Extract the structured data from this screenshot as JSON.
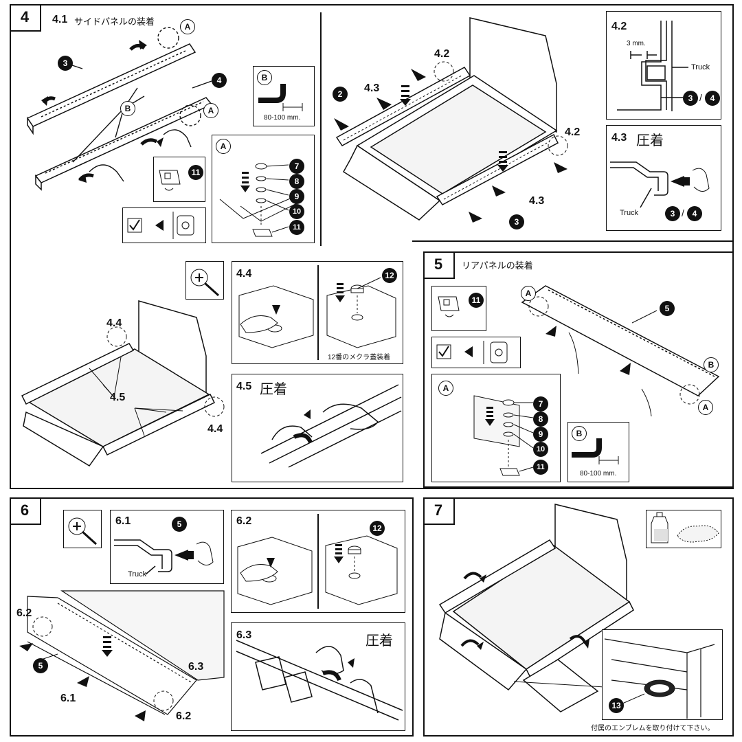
{
  "step4": {
    "number": "4",
    "s41_num": "4.1",
    "s41_title": "サイドパネルの装着",
    "s42_num": "4.2",
    "s42_num_b": "4.2",
    "s42_num_c": "4.2",
    "s43_num": "4.3",
    "s43_num_b": "4.3",
    "s43_num_c": "4.3",
    "s43_title": "圧着",
    "s44_num": "4.4",
    "s44_num_b": "4.4",
    "s44_num_c": "4.4",
    "s45_num": "4.5",
    "s45_num_b": "4.5",
    "s45_title": "圧着",
    "gap_label": "3 mm.",
    "truck_label": "Truck",
    "truck_label_b": "Truck",
    "range_label": "80-100 mm.",
    "cap_caption": "12番のメクラ蓋装着",
    "part_a": "A",
    "part_b": "B",
    "slash": "/"
  },
  "step5": {
    "number": "5",
    "title": "リアパネルの装着",
    "range_label": "80-100 mm.",
    "part_a": "A",
    "part_b": "B"
  },
  "step6": {
    "number": "6",
    "s61_num": "6.1",
    "s61_num_b": "6.1",
    "s62_num": "6.2",
    "s62_num_b": "6.2",
    "s62_num_c": "6.2",
    "s63_num": "6.3",
    "s63_num_b": "6.3",
    "s63_title": "圧着",
    "truck_label": "Truck"
  },
  "step7": {
    "number": "7",
    "caption": "付属のエンブレムを取り付けて下さい。"
  },
  "badges": {
    "n2": "2",
    "n3": "3",
    "n4": "4",
    "n5": "5",
    "n7": "7",
    "n8": "8",
    "n9": "9",
    "n10": "10",
    "n11": "11",
    "n12": "12",
    "n13": "13"
  },
  "icons": [
    "screwdriver-icon",
    "cleaner-bottle-icon",
    "cloth-icon",
    "checkmark-icon",
    "eye-icon",
    "pressure-hand-icon"
  ]
}
